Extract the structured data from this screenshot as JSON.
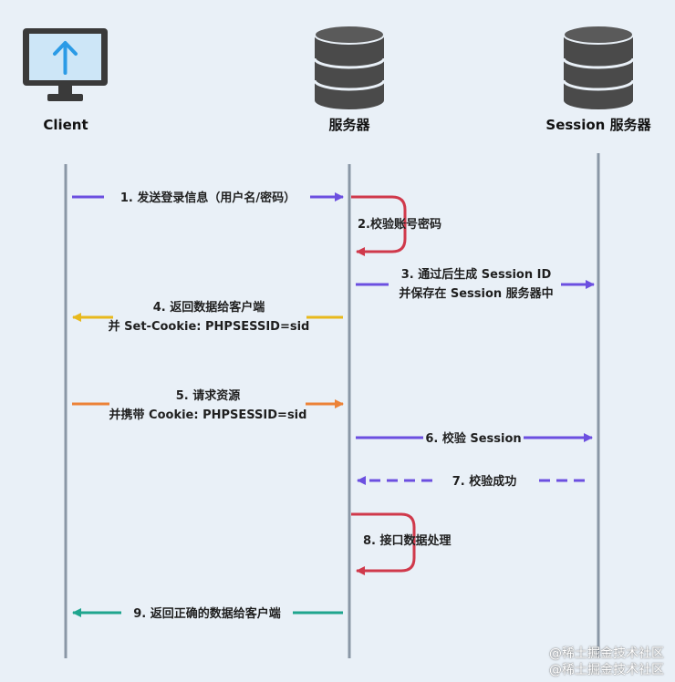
{
  "actors": {
    "client": {
      "label": "Client"
    },
    "server": {
      "label": "服务器"
    },
    "session_server": {
      "label": "Session 服务器"
    }
  },
  "colors": {
    "purple": "#6c4fe0",
    "red": "#d0394b",
    "yellow": "#e8b91c",
    "orange": "#ec8237",
    "teal": "#1fa58e",
    "lifeline": "#8a97a6",
    "monitor_frame": "#3a3a3a",
    "monitor_screen": "#cde6f7",
    "monitor_arrow": "#2b9be6",
    "db_dark": "#4a4a4a"
  },
  "steps": [
    {
      "label": "1. 发送登录信息（用户名/密码）"
    },
    {
      "label": "2.校验账号密码"
    },
    {
      "label_line1": "3. 通过后生成 Session ID",
      "label_line2": "并保存在 Session 服务器中"
    },
    {
      "label_line1": "4. 返回数据给客户端",
      "label_line2": "并 Set-Cookie: PHPSESSID=sid"
    },
    {
      "label_line1": "5. 请求资源",
      "label_line2": "并携带 Cookie: PHPSESSID=sid"
    },
    {
      "label": "6. 校验 Session"
    },
    {
      "label": "7. 校验成功"
    },
    {
      "label": "8. 接口数据处理"
    },
    {
      "label": "9. 返回正确的数据给客户端"
    }
  ],
  "watermark": {
    "line1": "@稀土掘金技术社区",
    "line2": "@稀土掘金技术社区"
  }
}
